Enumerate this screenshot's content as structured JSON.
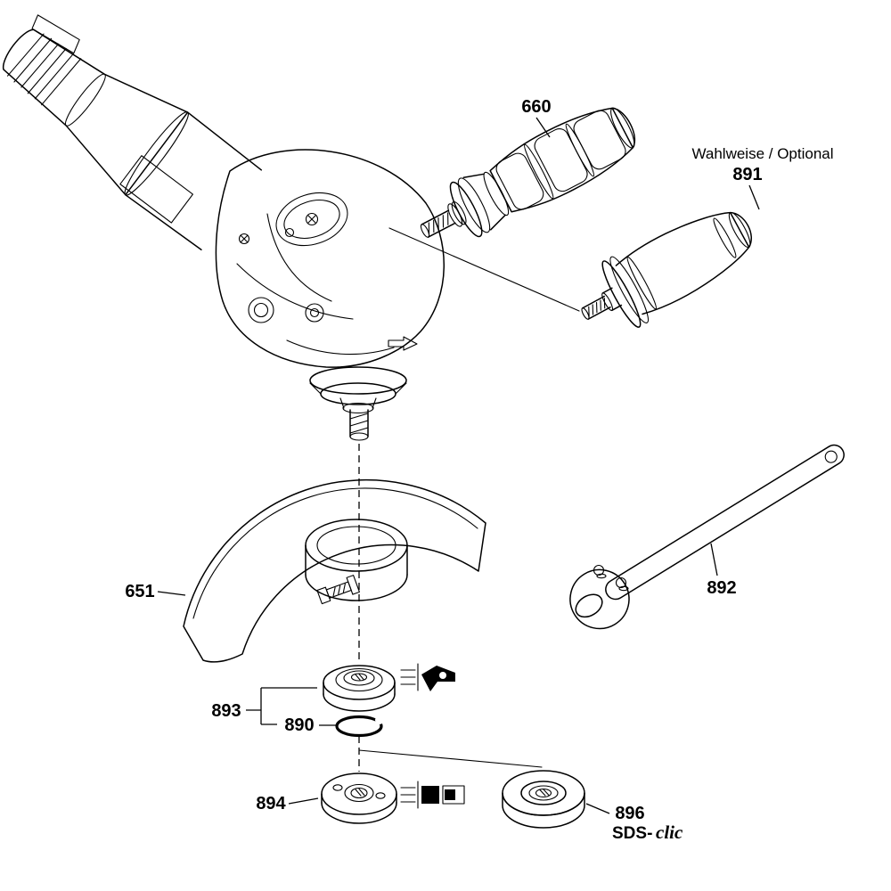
{
  "diagram": {
    "colors": {
      "line": "#000000",
      "background": "#ffffff"
    },
    "labels": {
      "part_660": "660",
      "optional_note": "Wahlweise / Optional",
      "part_891": "891",
      "part_892": "892",
      "part_651": "651",
      "part_893": "893",
      "part_890": "890",
      "part_894": "894",
      "part_896": "896",
      "brand_prefix_896": "SDS-",
      "brand_suffix_896": "clic"
    }
  }
}
